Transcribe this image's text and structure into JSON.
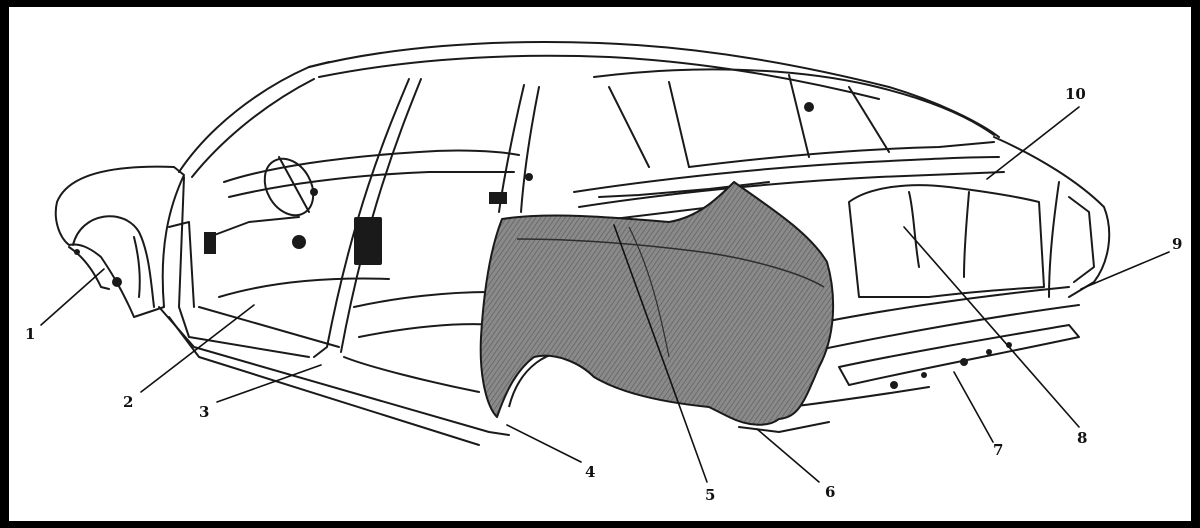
{
  "diagram": {
    "callouts": [
      {
        "id": "1",
        "label": "1"
      },
      {
        "id": "2",
        "label": "2"
      },
      {
        "id": "3",
        "label": "3"
      },
      {
        "id": "4",
        "label": "4"
      },
      {
        "id": "5",
        "label": "5"
      },
      {
        "id": "6",
        "label": "6"
      },
      {
        "id": "7",
        "label": "7"
      },
      {
        "id": "8",
        "label": "8"
      },
      {
        "id": "9",
        "label": "9"
      },
      {
        "id": "10",
        "label": "10"
      }
    ],
    "colors": {
      "line": "#1a1a1a",
      "panel_fill": "#8a8a8a",
      "panel_hatch": "#5e5e5e",
      "background": "#ffffff",
      "border": "#000000"
    }
  }
}
